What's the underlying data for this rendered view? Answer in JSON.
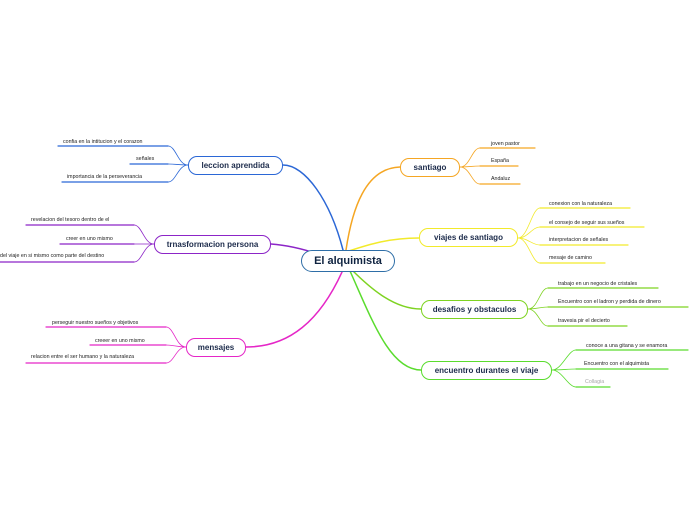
{
  "colors": {
    "root_border": "#2e6ea7",
    "santiago": "#f5a623",
    "viajes": "#f2ea2b",
    "desafios": "#7ed321",
    "encuentro": "#5adc2e",
    "leccion": "#2b67d6",
    "trnasformacion": "#8c25c7",
    "mensajes": "#e526c7"
  },
  "root": {
    "label": "El alquimista"
  },
  "branches": {
    "santiago": {
      "label": "santiago",
      "leaves": [
        "joven pastor",
        "España",
        "Andaluz"
      ]
    },
    "viajes": {
      "label": "viajes de santiago",
      "leaves": [
        "conexion con la naturaleza",
        "el consejo de seguir sus sueños",
        "interpretacion de señales",
        "mesaje de camino"
      ]
    },
    "desafios": {
      "label": "desafios y obstaculos",
      "leaves": [
        "trabajo en un negocio de cristales",
        "Encuentro con el ladron y perdida de dinero",
        "travesia pir el decierto"
      ]
    },
    "encuentro": {
      "label": "encuentro durantes el viaje",
      "leaves": [
        "conoce a una gitana y se enamora",
        "Encuentro con el alquimista",
        "Collagia"
      ]
    },
    "leccion": {
      "label": "leccion aprendida",
      "leaves": [
        "confia en la intitucion y el corazon",
        "señales",
        "importancia de la perseverancia"
      ]
    },
    "trnasformacion": {
      "label": "trnasformacion persona",
      "leaves": [
        "revelacion del tesoro dentro de el",
        "creer en uno mismo",
        "del viaje en si mismo como parte del destino"
      ]
    },
    "mensajes": {
      "label": "mensajes",
      "leaves": [
        "perseguir nuestro sueños y objetivos",
        "creeer en uno mismo",
        "relacion entre el ser humano y la naturaleza"
      ]
    }
  }
}
